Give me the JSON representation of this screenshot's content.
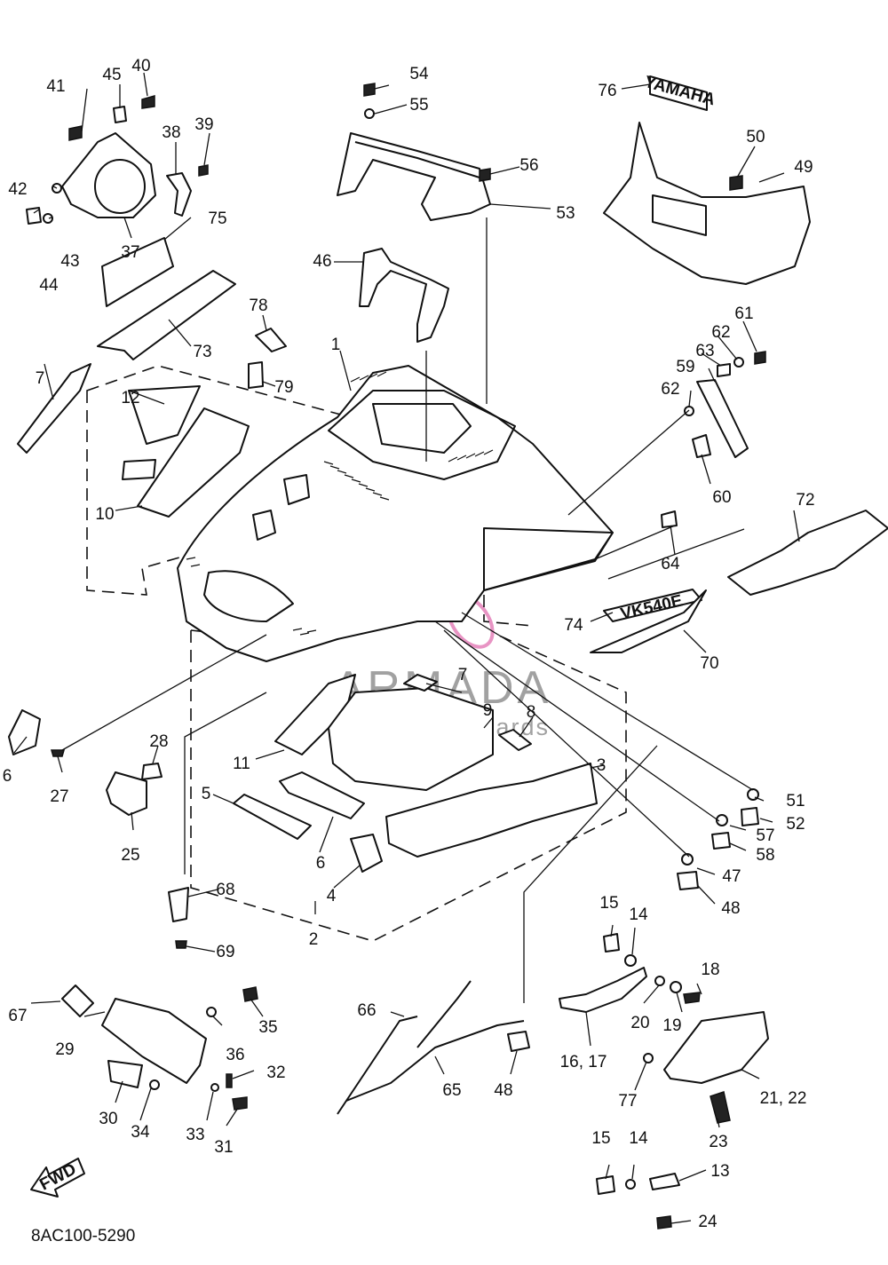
{
  "diagram_code": "8AC100-5290",
  "fwd_label": "FWD",
  "emblem_text": "YAMAHA",
  "model_text": "VK540E",
  "watermark": {
    "brand": "ARMADA",
    "tagline": "marine outboards"
  },
  "part_labels": [
    {
      "id": "label-1",
      "text": "1"
    },
    {
      "id": "label-2",
      "text": "2"
    },
    {
      "id": "label-3",
      "text": "3"
    },
    {
      "id": "label-4",
      "text": "4"
    },
    {
      "id": "label-5",
      "text": "5"
    },
    {
      "id": "label-6a",
      "text": "6"
    },
    {
      "id": "label-6b",
      "text": "6"
    },
    {
      "id": "label-7a",
      "text": "7"
    },
    {
      "id": "label-7b",
      "text": "7"
    },
    {
      "id": "label-8",
      "text": "8"
    },
    {
      "id": "label-9",
      "text": "9"
    },
    {
      "id": "label-10",
      "text": "10"
    },
    {
      "id": "label-11",
      "text": "11"
    },
    {
      "id": "label-12",
      "text": "12"
    },
    {
      "id": "label-13",
      "text": "13"
    },
    {
      "id": "label-14a",
      "text": "14"
    },
    {
      "id": "label-14b",
      "text": "14"
    },
    {
      "id": "label-15a",
      "text": "15"
    },
    {
      "id": "label-15b",
      "text": "15"
    },
    {
      "id": "label-16",
      "text": "16, 17"
    },
    {
      "id": "label-18",
      "text": "18"
    },
    {
      "id": "label-19",
      "text": "19"
    },
    {
      "id": "label-20",
      "text": "20"
    },
    {
      "id": "label-21",
      "text": "21, 22"
    },
    {
      "id": "label-23",
      "text": "23"
    },
    {
      "id": "label-24",
      "text": "24"
    },
    {
      "id": "label-25",
      "text": "25"
    },
    {
      "id": "label-27",
      "text": "27"
    },
    {
      "id": "label-28",
      "text": "28"
    },
    {
      "id": "label-29",
      "text": "29"
    },
    {
      "id": "label-30",
      "text": "30"
    },
    {
      "id": "label-31",
      "text": "31"
    },
    {
      "id": "label-32",
      "text": "32"
    },
    {
      "id": "label-33",
      "text": "33"
    },
    {
      "id": "label-34",
      "text": "34"
    },
    {
      "id": "label-35",
      "text": "35"
    },
    {
      "id": "label-36",
      "text": "36"
    },
    {
      "id": "label-37",
      "text": "37"
    },
    {
      "id": "label-38",
      "text": "38"
    },
    {
      "id": "label-39",
      "text": "39"
    },
    {
      "id": "label-40",
      "text": "40"
    },
    {
      "id": "label-41",
      "text": "41"
    },
    {
      "id": "label-42",
      "text": "42"
    },
    {
      "id": "label-43",
      "text": "43"
    },
    {
      "id": "label-44",
      "text": "44"
    },
    {
      "id": "label-45",
      "text": "45"
    },
    {
      "id": "label-46",
      "text": "46"
    },
    {
      "id": "label-47",
      "text": "47"
    },
    {
      "id": "label-48a",
      "text": "48"
    },
    {
      "id": "label-48b",
      "text": "48"
    },
    {
      "id": "label-49",
      "text": "49"
    },
    {
      "id": "label-50",
      "text": "50"
    },
    {
      "id": "label-51",
      "text": "51"
    },
    {
      "id": "label-52",
      "text": "52"
    },
    {
      "id": "label-53",
      "text": "53"
    },
    {
      "id": "label-54",
      "text": "54"
    },
    {
      "id": "label-55",
      "text": "55"
    },
    {
      "id": "label-56",
      "text": "56"
    },
    {
      "id": "label-57",
      "text": "57"
    },
    {
      "id": "label-58",
      "text": "58"
    },
    {
      "id": "label-59",
      "text": "59"
    },
    {
      "id": "label-60",
      "text": "60"
    },
    {
      "id": "label-61",
      "text": "61"
    },
    {
      "id": "label-62a",
      "text": "62"
    },
    {
      "id": "label-62b",
      "text": "62"
    },
    {
      "id": "label-63",
      "text": "63"
    },
    {
      "id": "label-64",
      "text": "64"
    },
    {
      "id": "label-65",
      "text": "65"
    },
    {
      "id": "label-66",
      "text": "66"
    },
    {
      "id": "label-67",
      "text": "67"
    },
    {
      "id": "label-68",
      "text": "68"
    },
    {
      "id": "label-69",
      "text": "69"
    },
    {
      "id": "label-70",
      "text": "70"
    },
    {
      "id": "label-72",
      "text": "72"
    },
    {
      "id": "label-73",
      "text": "73"
    },
    {
      "id": "label-74",
      "text": "74"
    },
    {
      "id": "label-75",
      "text": "75"
    },
    {
      "id": "label-76",
      "text": "76"
    },
    {
      "id": "label-77",
      "text": "77"
    },
    {
      "id": "label-78",
      "text": "78"
    },
    {
      "id": "label-79",
      "text": "79"
    }
  ]
}
